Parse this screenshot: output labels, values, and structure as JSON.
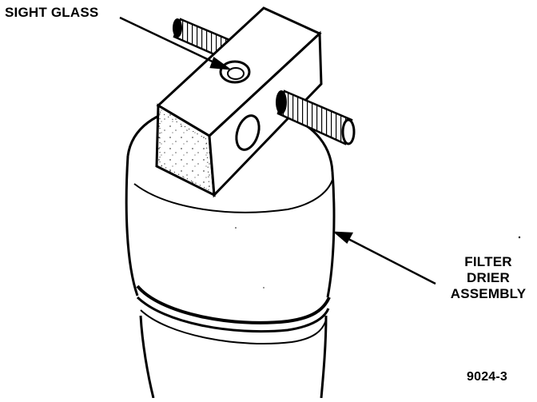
{
  "labels": {
    "sight_glass": "SIGHT GLASS",
    "filter_drier_line1": "FILTER",
    "filter_drier_line2": "DRIER",
    "filter_drier_line3": "ASSEMBLY",
    "figure_number": "9024-3"
  },
  "colors": {
    "ink": "#000000",
    "paper": "#ffffff"
  }
}
